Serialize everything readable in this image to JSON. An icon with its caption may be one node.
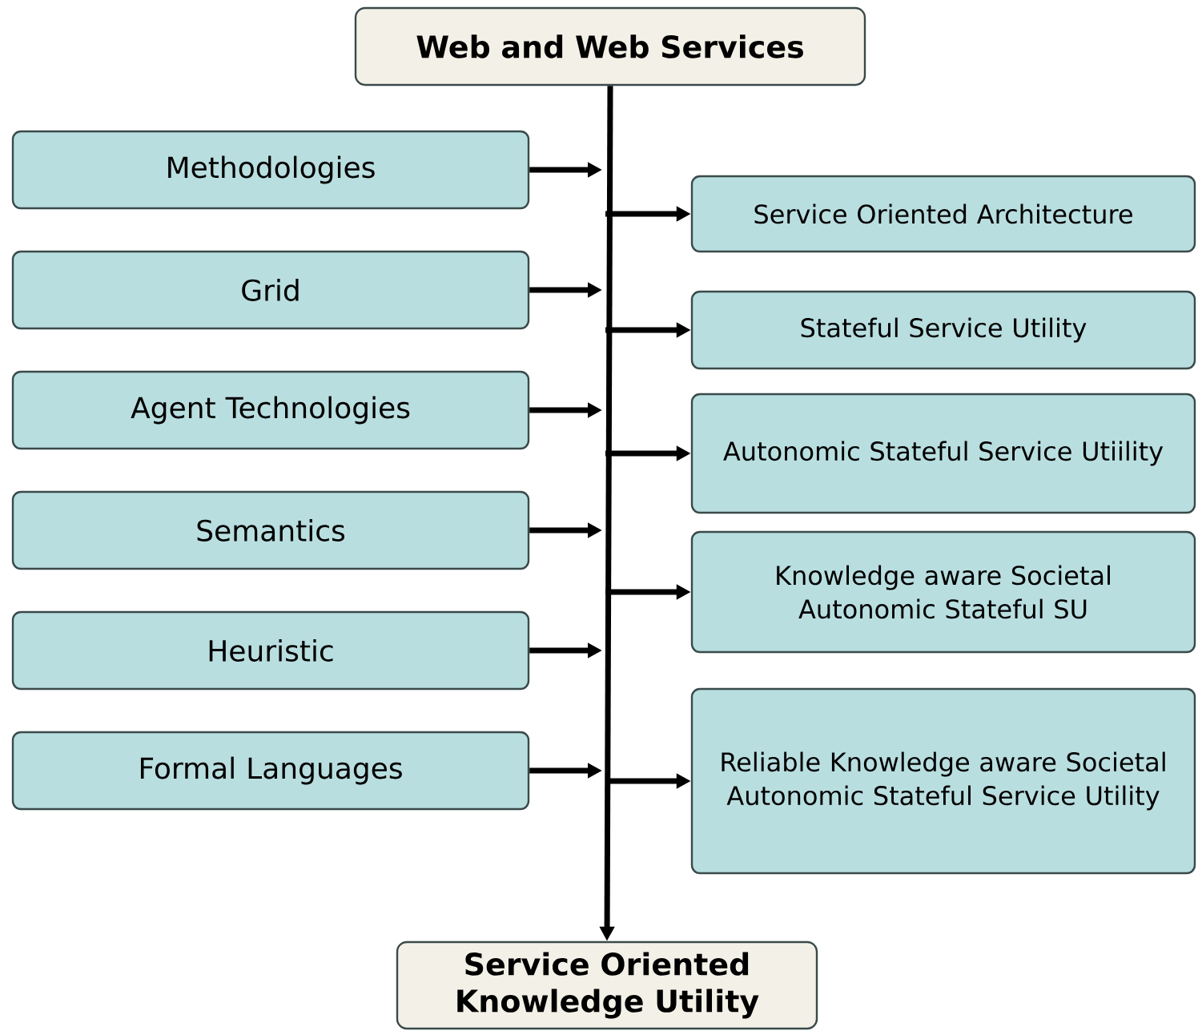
{
  "diagram": {
    "nodes": [
      {
        "text": [
          "Web and Web Services"
        ]
      },
      {
        "text": [
          "Methodologies"
        ]
      },
      {
        "text": [
          "Grid"
        ]
      },
      {
        "text": [
          "Agent Technologies"
        ]
      },
      {
        "text": [
          "Semantics"
        ]
      },
      {
        "text": [
          "Heuristic"
        ]
      },
      {
        "text": [
          "Formal Languages"
        ]
      },
      {
        "text": [
          "Service Oriented Architecture"
        ]
      },
      {
        "text": [
          "Stateful Service Utility"
        ]
      },
      {
        "text": [
          "Autonomic Stateful Service Utiility"
        ]
      },
      {
        "text": [
          "Knowledge aware Societal Autonomic Stateful SU"
        ]
      },
      {
        "text": [
          "Reliable Knowledge aware Societal Autonomic Stateful Service Utility"
        ]
      },
      {
        "text": [
          "Service Oriented Knowledge Utility"
        ]
      }
    ],
    "edges": [
      {
        "from": 0,
        "to": 12,
        "arrow": "to"
      },
      {
        "from": 1,
        "to": null,
        "arrow": "to"
      },
      {
        "from": 2,
        "to": null,
        "arrow": "to"
      },
      {
        "from": 3,
        "to": null,
        "arrow": "to"
      },
      {
        "from": 4,
        "to": null,
        "arrow": "to"
      },
      {
        "from": 5,
        "to": null,
        "arrow": "to"
      },
      {
        "from": 6,
        "to": null,
        "arrow": "to"
      },
      {
        "from": null,
        "to": 7,
        "arrow": "to"
      },
      {
        "from": null,
        "to": 8,
        "arrow": "to"
      },
      {
        "from": null,
        "to": 9,
        "arrow": "to"
      },
      {
        "from": null,
        "to": 10,
        "arrow": "to"
      },
      {
        "from": null,
        "to": 11,
        "arrow": "to"
      }
    ]
  }
}
